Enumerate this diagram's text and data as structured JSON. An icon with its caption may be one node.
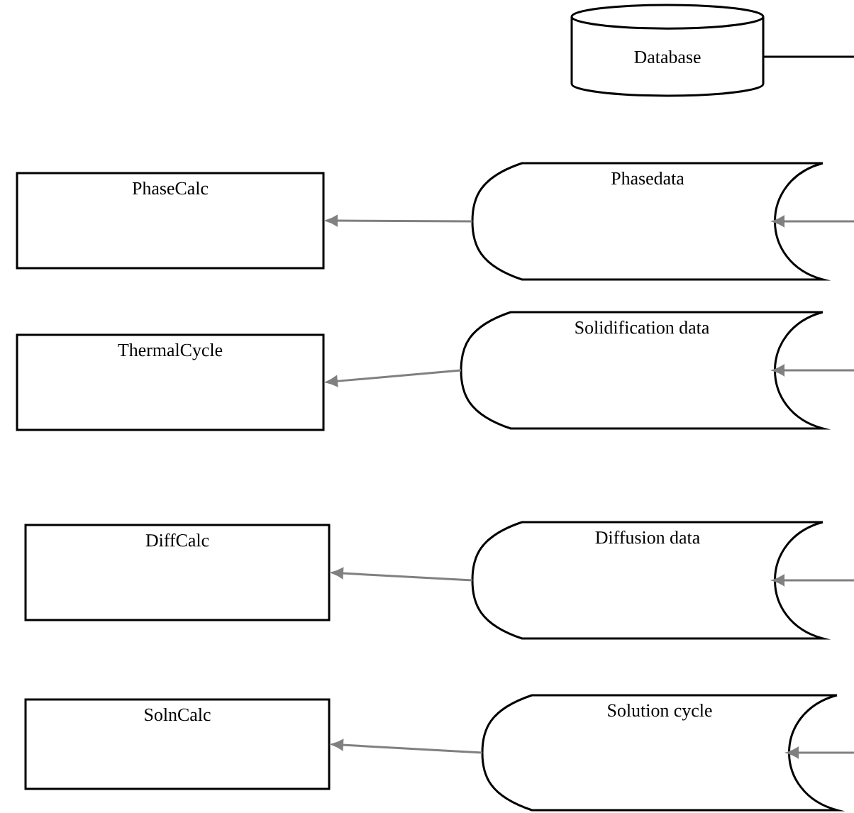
{
  "diagram": {
    "nodes": [
      {
        "text": [
          "Database"
        ]
      },
      {
        "text": [
          "PhaseCalc"
        ]
      },
      {
        "text": [
          "Phasedata"
        ]
      },
      {
        "text": [
          "ThermalCycle"
        ]
      },
      {
        "text": [
          "Solidification data"
        ]
      },
      {
        "text": [
          "DiffCalc"
        ]
      },
      {
        "text": [
          "Diffusion data"
        ]
      },
      {
        "text": [
          "SolnCalc"
        ]
      },
      {
        "text": [
          "Solution cycle"
        ]
      }
    ],
    "edges": [
      {
        "from": 0,
        "to": null,
        "arrow": "none",
        "color": "#000000"
      },
      {
        "from": 2,
        "to": 1,
        "arrow": "to"
      },
      {
        "from": null,
        "to": 2,
        "arrow": "to"
      },
      {
        "from": 4,
        "to": 3,
        "arrow": "to"
      },
      {
        "from": null,
        "to": 4,
        "arrow": "to"
      },
      {
        "from": 6,
        "to": 5,
        "arrow": "to"
      },
      {
        "from": null,
        "to": 6,
        "arrow": "to"
      },
      {
        "from": 8,
        "to": 7,
        "arrow": "to"
      },
      {
        "from": null,
        "to": 8,
        "arrow": "to"
      }
    ]
  }
}
